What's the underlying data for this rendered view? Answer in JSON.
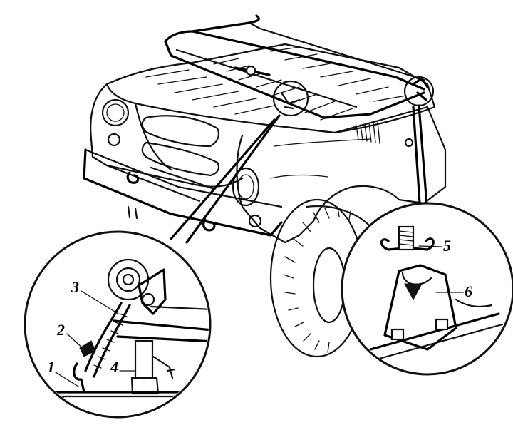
{
  "figure": {
    "callouts": {
      "c1": "1",
      "c2": "2",
      "c3": "3",
      "c4": "4",
      "c5": "5",
      "c6": "6"
    }
  },
  "colors": {
    "ink": "#111111",
    "paper": "#ffffff"
  }
}
